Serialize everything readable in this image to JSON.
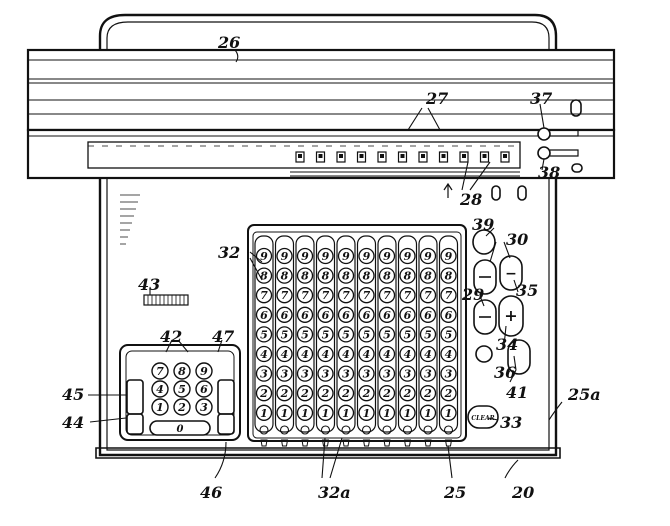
{
  "figure": {
    "ink_color": "#111111",
    "paper_color": "#ffffff"
  },
  "callouts": {
    "housing": "20",
    "housing_rim": "25a",
    "base_plate": "25",
    "carriage": "26",
    "dial_row": "27",
    "dial_windows": "28",
    "knob_upper": "37",
    "knob_lower": "38",
    "key_columns": "32",
    "key_stems": "32a",
    "ten_key": "42",
    "ten_key_bar_left": "45",
    "ten_key_bar_bottom_left": "44",
    "ten_key_bar_right": "47",
    "ten_key_frame": "46",
    "register": "43",
    "bar_39": "39",
    "bar_30": "30",
    "minus_bar": "35",
    "bar_29": "29",
    "plus_bar": "34",
    "bar_36": "36",
    "bar_41": "41",
    "bar_33": "33"
  },
  "keyboard": {
    "digits_top_to_bottom": [
      "9",
      "8",
      "7",
      "6",
      "5",
      "4",
      "3",
      "2",
      "1"
    ],
    "column_count": 10
  },
  "ten_key_pad": {
    "rows": [
      [
        "7",
        "8",
        "9"
      ],
      [
        "4",
        "5",
        "6"
      ],
      [
        "1",
        "2",
        "3"
      ]
    ],
    "zero": "0"
  },
  "function_keys": {
    "minus": "−",
    "plus": "+",
    "bar_33_text": "CLEAR"
  }
}
